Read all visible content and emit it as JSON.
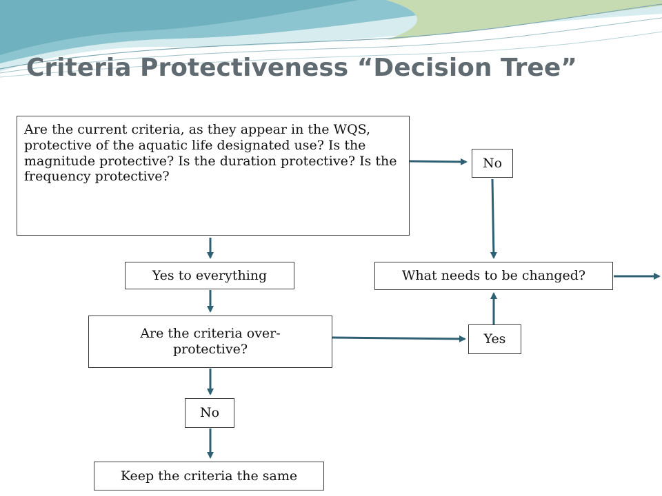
{
  "title": "Criteria Protectiveness “Decision Tree”",
  "colors": {
    "title": "#5f6a71",
    "arrow": "#2e5f73",
    "box_border": "#3b3b3b",
    "wave_light": "#cfe6ea",
    "wave_teal": "#7fbcc7",
    "wave_green": "#bcd3a7"
  },
  "nodes": {
    "question_protective": "Are the current criteria, as they appear in the WQS, protective of the aquatic life designated use?  Is the magnitude protective?  Is the duration protective?  Is the frequency protective?",
    "no_top": "No",
    "yes_to_everything": "Yes to everything",
    "what_needs_changed": "What needs to be changed?",
    "question_over_protective": "Are the criteria over-protective?",
    "yes": "Yes",
    "no_bottom": "No",
    "keep_same": "Keep the criteria the same"
  }
}
